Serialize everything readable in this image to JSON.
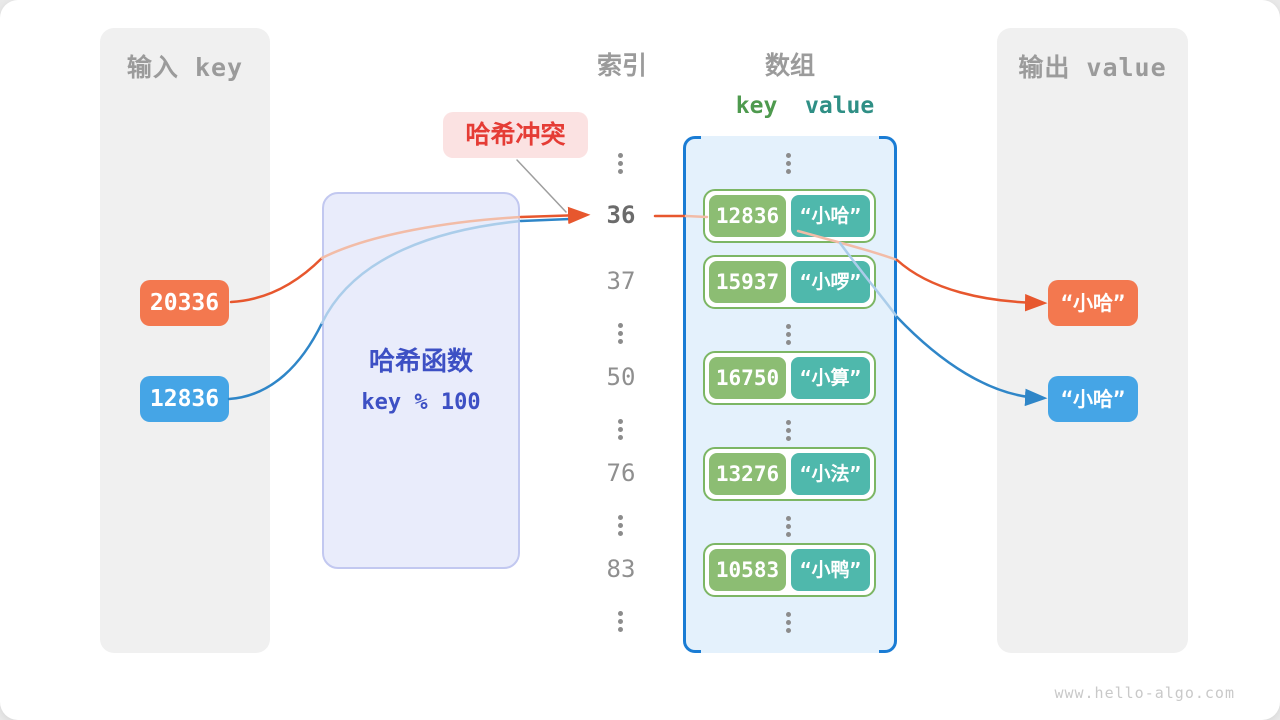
{
  "watermark": "www.hello-algo.com",
  "input_panel": {
    "title": "输入 key",
    "keys": [
      {
        "value": "20336"
      },
      {
        "value": "12836"
      }
    ]
  },
  "output_panel": {
    "title": "输出 value",
    "values": [
      {
        "text": "“小哈”"
      },
      {
        "text": "“小哈”"
      }
    ]
  },
  "hash_function": {
    "name": "哈希函数",
    "formula": "key % 100"
  },
  "collision_label": "哈希冲突",
  "index_column": {
    "title": "索引",
    "values": [
      "36",
      "37",
      "50",
      "76",
      "83"
    ],
    "highlighted": "36"
  },
  "array_column": {
    "title": "数组",
    "key_header": "key",
    "value_header": "value",
    "pairs": [
      {
        "key": "12836",
        "value": "“小哈”"
      },
      {
        "key": "15937",
        "value": "“小啰”"
      },
      {
        "key": "16750",
        "value": "“小算”"
      },
      {
        "key": "13276",
        "value": "“小法”"
      },
      {
        "key": "10583",
        "value": "“小鸭”"
      }
    ]
  },
  "colors": {
    "orange": "#f3784f",
    "blue": "#45a5e6",
    "key_green": "#8cbd73",
    "value_teal": "#4fb8ac",
    "pair_border_green": "#7cb664",
    "arrow_orange": "#e7572e",
    "arrow_blue": "#2f86c8",
    "collision_red": "#e53c35",
    "hash_blue": "#3d50c4",
    "array_border_blue": "#1a7cd4"
  }
}
